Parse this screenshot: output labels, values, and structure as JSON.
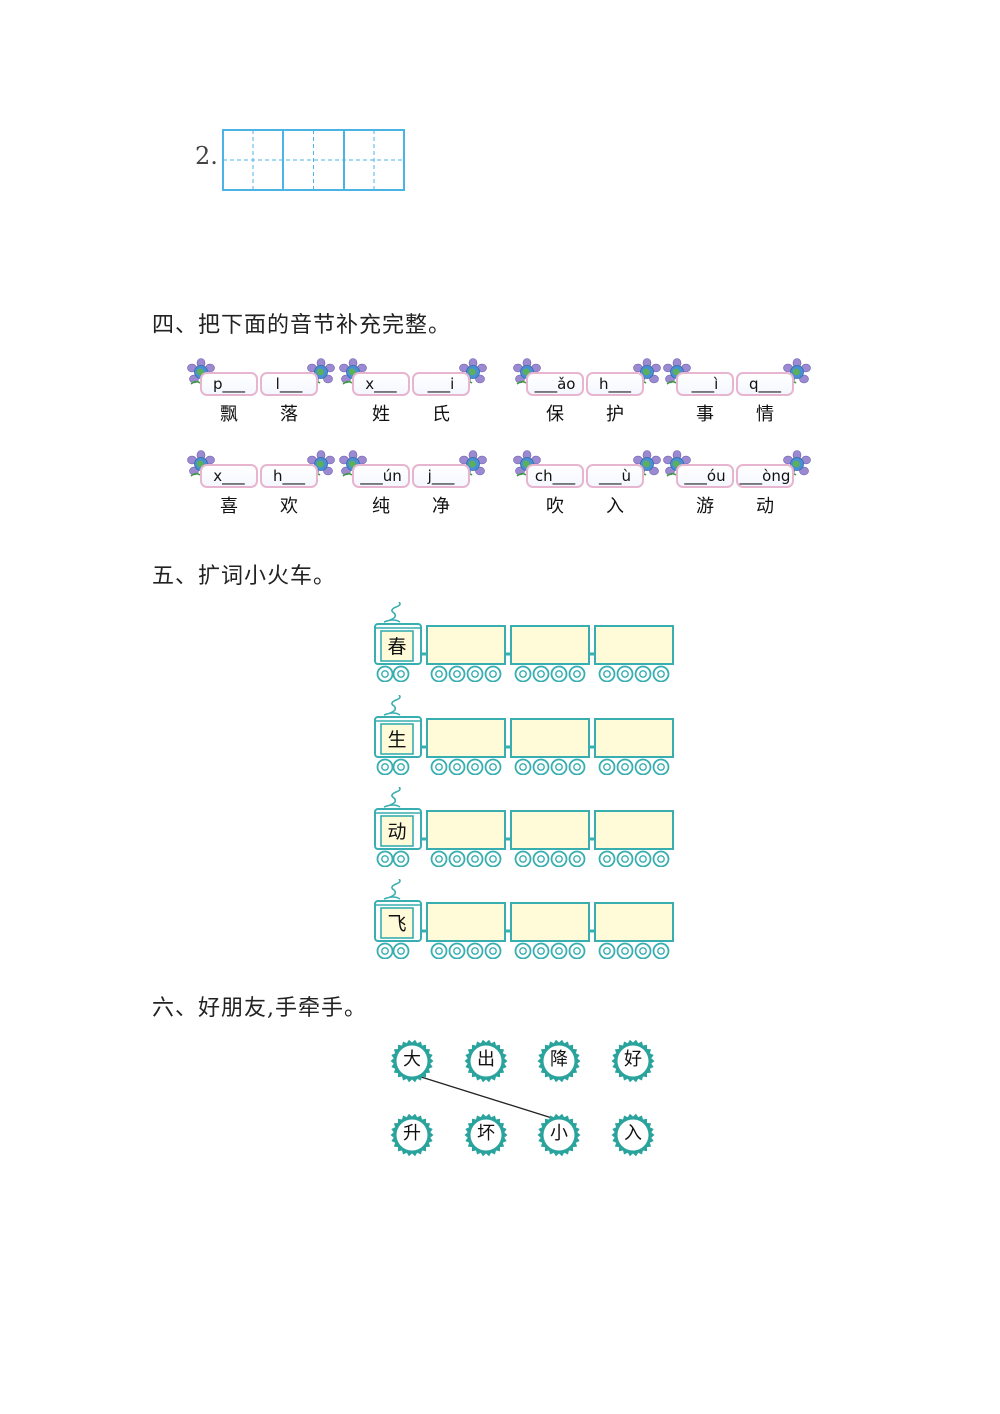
{
  "q2": {
    "label": "2."
  },
  "sections": {
    "four": "四、把下面的音节补充完整。",
    "five": "五、扩词小火车。",
    "six": "六、好朋友,手牵手。"
  },
  "pinyin_groups": [
    {
      "pills": [
        "p___",
        "l___"
      ],
      "words": [
        "飘",
        "落"
      ]
    },
    {
      "pills": [
        "x___",
        "___i"
      ],
      "words": [
        "姓",
        "氏"
      ]
    },
    {
      "pills": [
        "___ǎo",
        "h___"
      ],
      "words": [
        "保",
        "护"
      ]
    },
    {
      "pills": [
        "___ì",
        "q___"
      ],
      "words": [
        "事",
        "情"
      ]
    },
    {
      "pills": [
        "x___",
        "h___"
      ],
      "words": [
        "喜",
        "欢"
      ]
    },
    {
      "pills": [
        "___ún",
        "j___"
      ],
      "words": [
        "纯",
        "净"
      ]
    },
    {
      "pills": [
        "ch___",
        "___ù"
      ],
      "words": [
        "吹",
        "入"
      ]
    },
    {
      "pills": [
        "___óu",
        "___òng"
      ],
      "words": [
        "游",
        "动"
      ]
    }
  ],
  "trains": [
    "春",
    "生",
    "动",
    "飞"
  ],
  "circles_top": [
    "大",
    "出",
    "降",
    "好"
  ],
  "circles_bottom": [
    "升",
    "坏",
    "小",
    "入"
  ],
  "colors": {
    "grid": "#4cb3e6",
    "teal": "#38aeb0",
    "car_fill": "#fffbd8",
    "circle": "#2aa39d",
    "pill_border": "#e7b5cf"
  }
}
